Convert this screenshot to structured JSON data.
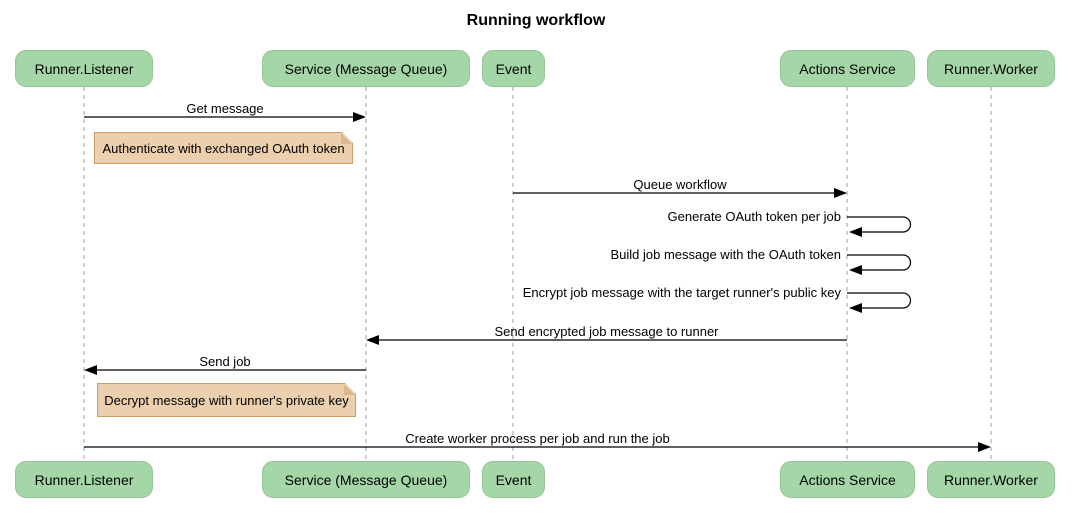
{
  "diagram": {
    "title": "Running workflow",
    "type": "sequence-diagram",
    "participants": [
      {
        "label": "Runner.Listener"
      },
      {
        "label": "Service (Message Queue)"
      },
      {
        "label": "Event"
      },
      {
        "label": "Actions Service"
      },
      {
        "label": "Runner.Worker"
      }
    ],
    "messages": [
      {
        "type": "arrow",
        "from": "Runner.Listener",
        "to": "Service (Message Queue)",
        "label": "Get message"
      },
      {
        "type": "note",
        "over": "Runner.Listener",
        "label": "Authenticate with exchanged OAuth token"
      },
      {
        "type": "arrow",
        "from": "Event",
        "to": "Actions Service",
        "label": "Queue workflow"
      },
      {
        "type": "self",
        "from": "Actions Service",
        "to": "Actions Service",
        "label": "Generate OAuth token per job"
      },
      {
        "type": "self",
        "from": "Actions Service",
        "to": "Actions Service",
        "label": "Build job message with the OAuth token"
      },
      {
        "type": "self",
        "from": "Actions Service",
        "to": "Actions Service",
        "label": "Encrypt job message with the target runner's public key"
      },
      {
        "type": "arrow",
        "from": "Actions Service",
        "to": "Service (Message Queue)",
        "label": "Send encrypted job message to runner"
      },
      {
        "type": "arrow",
        "from": "Service (Message Queue)",
        "to": "Runner.Listener",
        "label": "Send job"
      },
      {
        "type": "note",
        "over": "Runner.Listener",
        "label": "Decrypt message with runner's private key"
      },
      {
        "type": "arrow",
        "from": "Runner.Listener",
        "to": "Runner.Worker",
        "label": "Create worker process per job and run the job"
      }
    ],
    "colors": {
      "background": "#ffffff",
      "actor_fill": "#a5d6a7",
      "actor_border": "#94c596",
      "note_fill": "#ecd0ad",
      "note_border": "#c79f69",
      "note_fold": "#d9b98c",
      "message_line": "#000000",
      "lifeline": "#9e9e9e",
      "text": "#000000"
    }
  }
}
